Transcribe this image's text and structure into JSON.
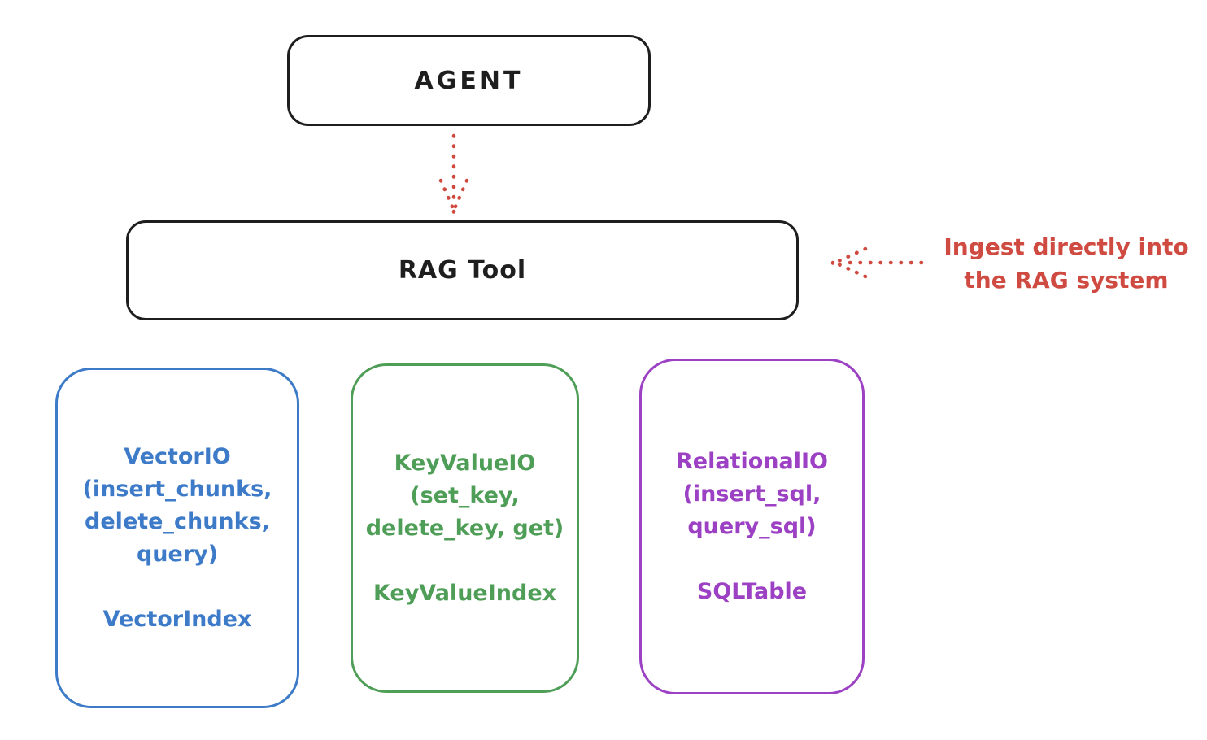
{
  "colors": {
    "ink": "#1e1e1e",
    "red": "#d0493f",
    "blue": "#3d7bc8",
    "green": "#4f9e57",
    "purple": "#9c41c4",
    "background": "#ffffff"
  },
  "diagram": {
    "agent": {
      "label": "AGENT"
    },
    "rag_tool": {
      "label": "RAG Tool"
    },
    "annotation": {
      "lines": [
        "Ingest directly into",
        "the RAG system"
      ]
    },
    "backends": [
      {
        "id": "vector-io",
        "color": "#3d7bc8",
        "lines": [
          "VectorIO",
          "(insert_chunks,",
          "delete_chunks,",
          "query)"
        ],
        "index": "VectorIndex"
      },
      {
        "id": "keyvalue-io",
        "color": "#4f9e57",
        "lines": [
          "KeyValueIO",
          "(set_key,",
          "delete_key, get)"
        ],
        "index": "KeyValueIndex"
      },
      {
        "id": "relational-io",
        "color": "#9c41c4",
        "lines": [
          "RelationalIO",
          "(insert_sql,",
          "query_sql)"
        ],
        "index": "SQLTable"
      }
    ]
  }
}
